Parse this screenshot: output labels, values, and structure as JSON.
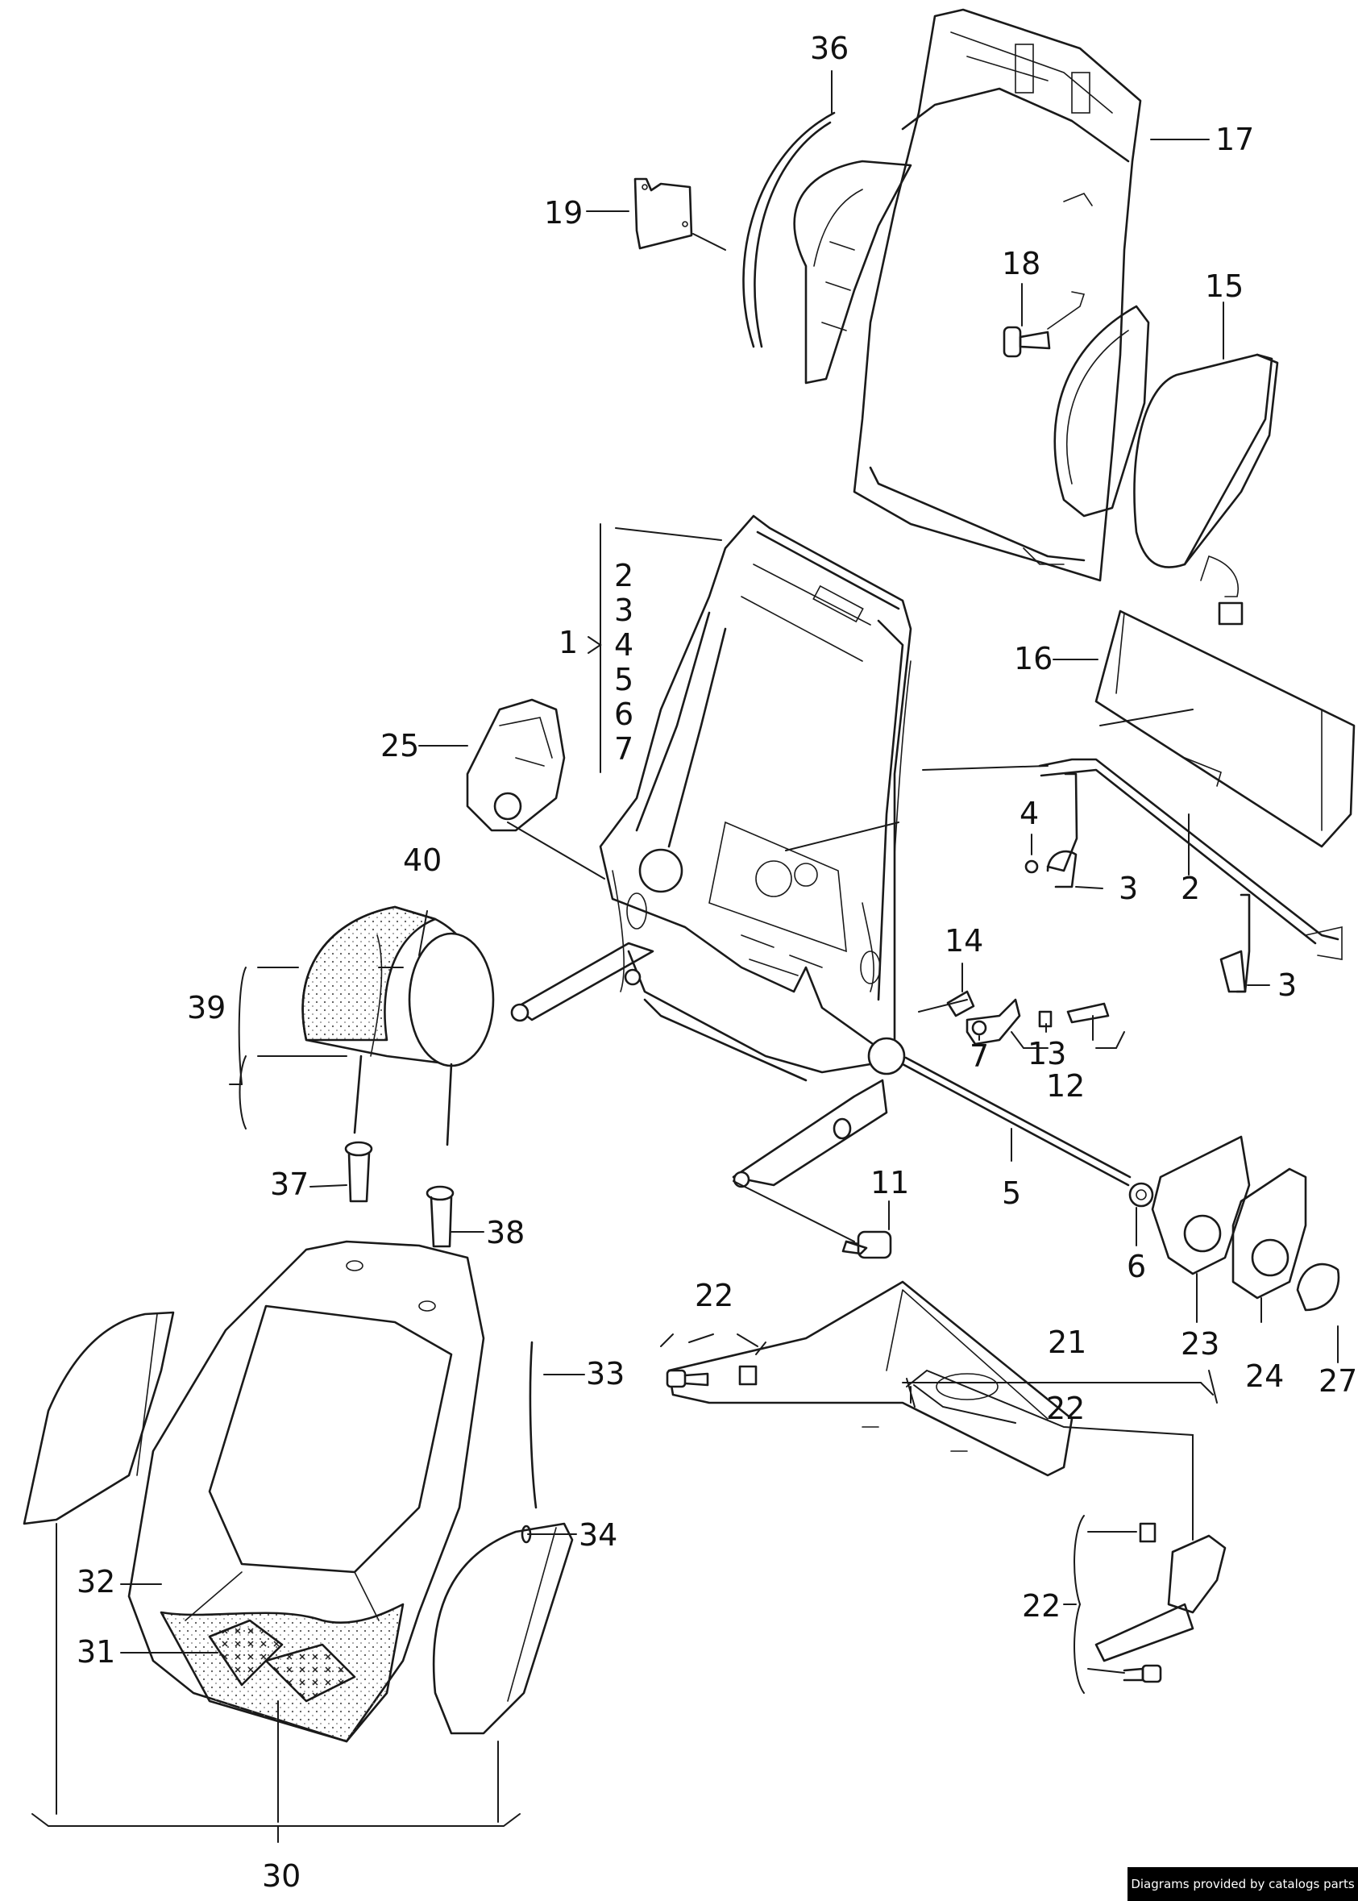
{
  "diagram": {
    "callouts": {
      "c1": "1",
      "c2a": "2",
      "c3a": "3",
      "c4a": "4",
      "c5a": "5",
      "c6a": "6",
      "c7a": "7",
      "c2b": "2",
      "c3b": "3",
      "c3c": "3",
      "c4b": "4",
      "c5b": "5",
      "c6b": "6",
      "c7b": "7",
      "c11": "11",
      "c12": "12",
      "c13": "13",
      "c14": "14",
      "c15": "15",
      "c16": "16",
      "c17": "17",
      "c18": "18",
      "c19": "19",
      "c21": "21",
      "c22a": "22",
      "c22b": "22",
      "c22c": "22",
      "c23": "23",
      "c24": "24",
      "c25": "25",
      "c27": "27",
      "c30": "30",
      "c31": "31",
      "c32": "32",
      "c33": "33",
      "c34": "34",
      "c36": "36",
      "c37": "37",
      "c38": "38",
      "c39": "39",
      "c40": "40"
    },
    "credit": "Diagrams provided by catalogs parts"
  }
}
